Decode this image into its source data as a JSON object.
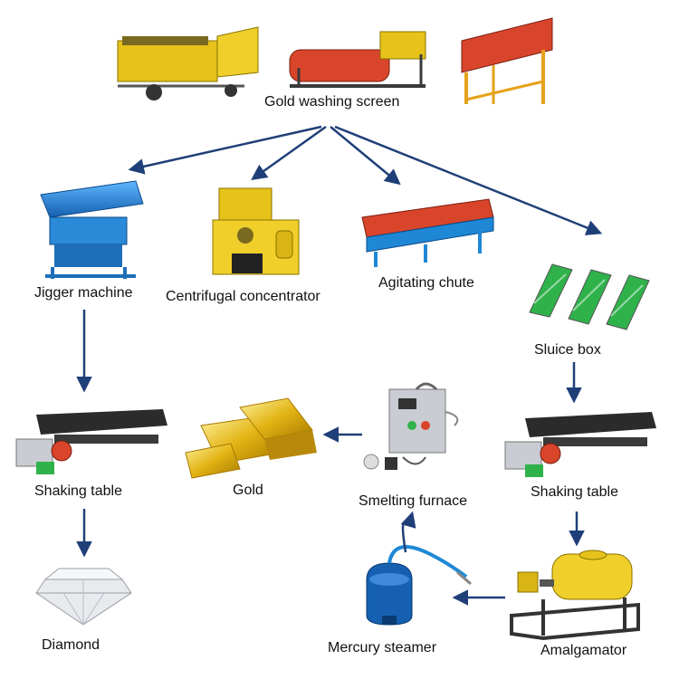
{
  "nodes": {
    "screen": "Gold washing screen",
    "jigger": "Jigger machine",
    "centrifugal": "Centrifugal concentrator",
    "chute": "Agitating chute",
    "sluice": "Sluice box",
    "shaking_left": "Shaking table",
    "gold": "Gold",
    "smelting": "Smelting furnace",
    "shaking_right": "Shaking table",
    "diamond": "Diamond",
    "mercury": "Mercury steamer",
    "amalgamator": "Amalgamator"
  },
  "colors": {
    "arrow": "#1f3f78",
    "yellow": "#e6c21a",
    "blue": "#1e88d6",
    "red": "#d9452b",
    "green": "#2fb24a",
    "gold": "#e2b414",
    "dark": "#2b2b2b",
    "silver": "#c9ccd2"
  }
}
